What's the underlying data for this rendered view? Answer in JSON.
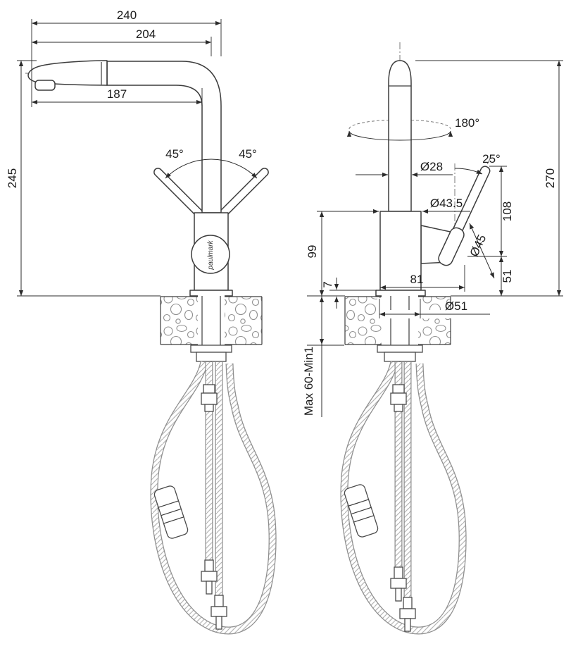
{
  "diagram": {
    "brand": "paulmark",
    "front_view": {
      "overall_reach": "240",
      "spout_reach": "204",
      "aerator_reach": "187",
      "spout_height": "245",
      "handle_swing_left": "45°",
      "handle_swing_right": "45°"
    },
    "side_view": {
      "swivel_angle": "180°",
      "handle_tilt": "25°",
      "spout_diameter": "Ø28",
      "body_diameter": "Ø43.5",
      "handle_length": "108",
      "body_height": "99",
      "base_height": "7",
      "handle_offset": "81",
      "handle_diameter": "Ø45",
      "handle_bottom_height": "51",
      "overall_height": "270",
      "base_diameter": "Ø51",
      "mounting_thickness": "Max 60-Min1"
    }
  }
}
